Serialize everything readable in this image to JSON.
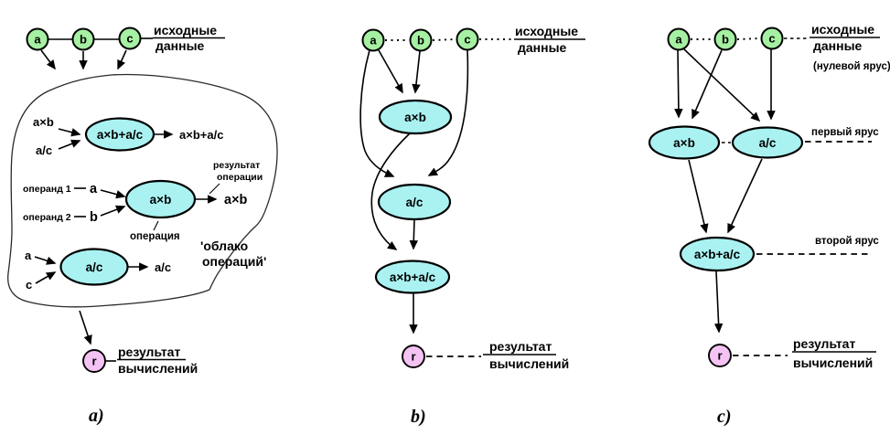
{
  "colors": {
    "node-data": "#a5f0a2",
    "node-op": "#aaf2f2",
    "node-result": "#f5c3f3"
  },
  "a": {
    "caption": "a)",
    "d1": "a",
    "d2": "b",
    "d3": "c",
    "src1": "исходные",
    "src2": "данные",
    "cloud1": "'облако",
    "cloud2": "операций'",
    "op1_in1": "a×b",
    "op1_in2": "a/c",
    "op1": "a×b+a/c",
    "op1_out": "a×b+a/c",
    "operand1": "операнд 1",
    "operand2": "операнд 2",
    "op2_in1": "a",
    "op2_in2": "b",
    "op2": "a×b",
    "op2_out": "a×b",
    "res_op1": "результат",
    "res_op2": "операции",
    "operation": "операция",
    "op3_in1": "a",
    "op3_in2": "c",
    "op3": "a/c",
    "op3_out": "a/c",
    "r": "r",
    "res1": "результат",
    "res2": "вычислений"
  },
  "b": {
    "caption": "b)",
    "d1": "a",
    "d2": "b",
    "d3": "c",
    "src1": "исходные",
    "src2": "данные",
    "n1": "a×b",
    "n2": "a/c",
    "n3": "a×b+a/c",
    "r": "r",
    "res1": "результат",
    "res2": "вычислений"
  },
  "c": {
    "caption": "c)",
    "d1": "a",
    "d2": "b",
    "d3": "c",
    "src1": "исходные",
    "src2": "данные",
    "tier0": "(нулевой ярус)",
    "tier1": "первый ярус",
    "tier2": "второй ярус",
    "n1": "a×b",
    "n2": "a/c",
    "n3": "a×b+a/c",
    "r": "r",
    "res1": "результат",
    "res2": "вычислений"
  }
}
